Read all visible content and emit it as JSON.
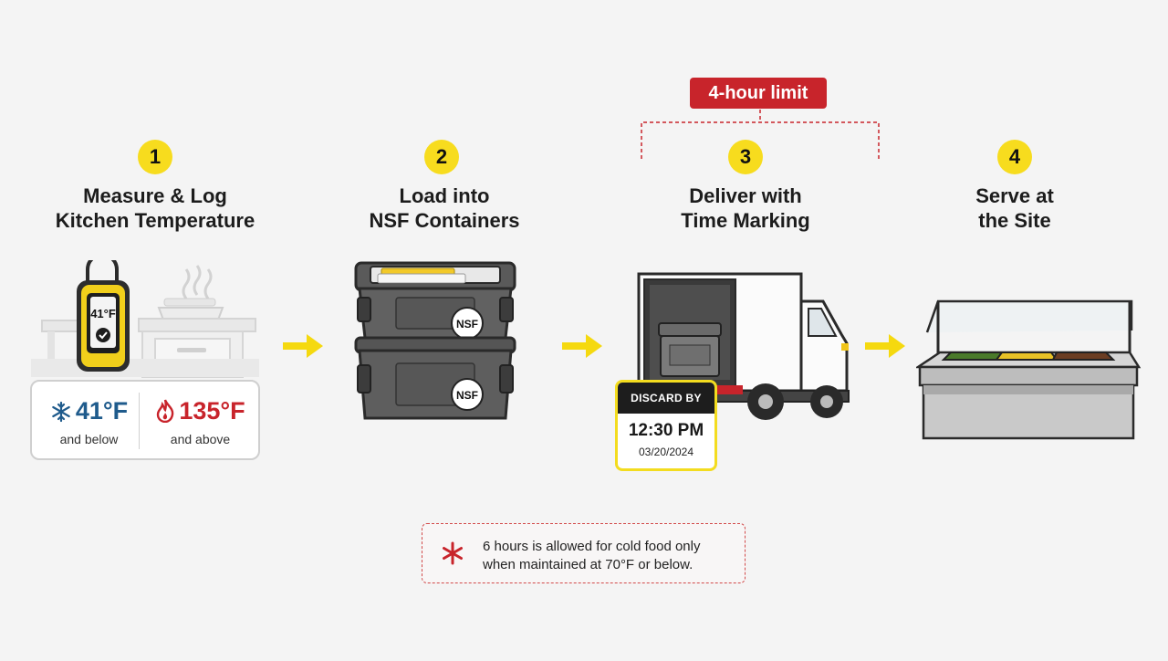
{
  "limit_label": "4-hour limit",
  "steps": [
    {
      "number": "1",
      "title_line1": "Measure & Log",
      "title_line2": "Kitchen Temperature"
    },
    {
      "number": "2",
      "title_line1": "Load into",
      "title_line2": "NSF Containers"
    },
    {
      "number": "3",
      "title_line1": "Deliver with",
      "title_line2": "Time Marking"
    },
    {
      "number": "4",
      "title_line1": "Serve at",
      "title_line2": "the Site"
    }
  ],
  "thermometer_reading": "41°F",
  "cold": {
    "value": "41°F",
    "caption": "and below",
    "color": "#1f5b8c"
  },
  "hot": {
    "value": "135°F",
    "caption": "and above",
    "color": "#c8242b"
  },
  "container_label": "NSF",
  "discard": {
    "header": "DISCARD BY",
    "time": "12:30 PM",
    "date": "03/20/2024"
  },
  "note": {
    "line1": "6 hours is allowed for cold food only",
    "line2": "when maintained at 70°F or below."
  },
  "colors": {
    "accent_yellow": "#f7dc1e",
    "alert_red": "#c8242b"
  }
}
